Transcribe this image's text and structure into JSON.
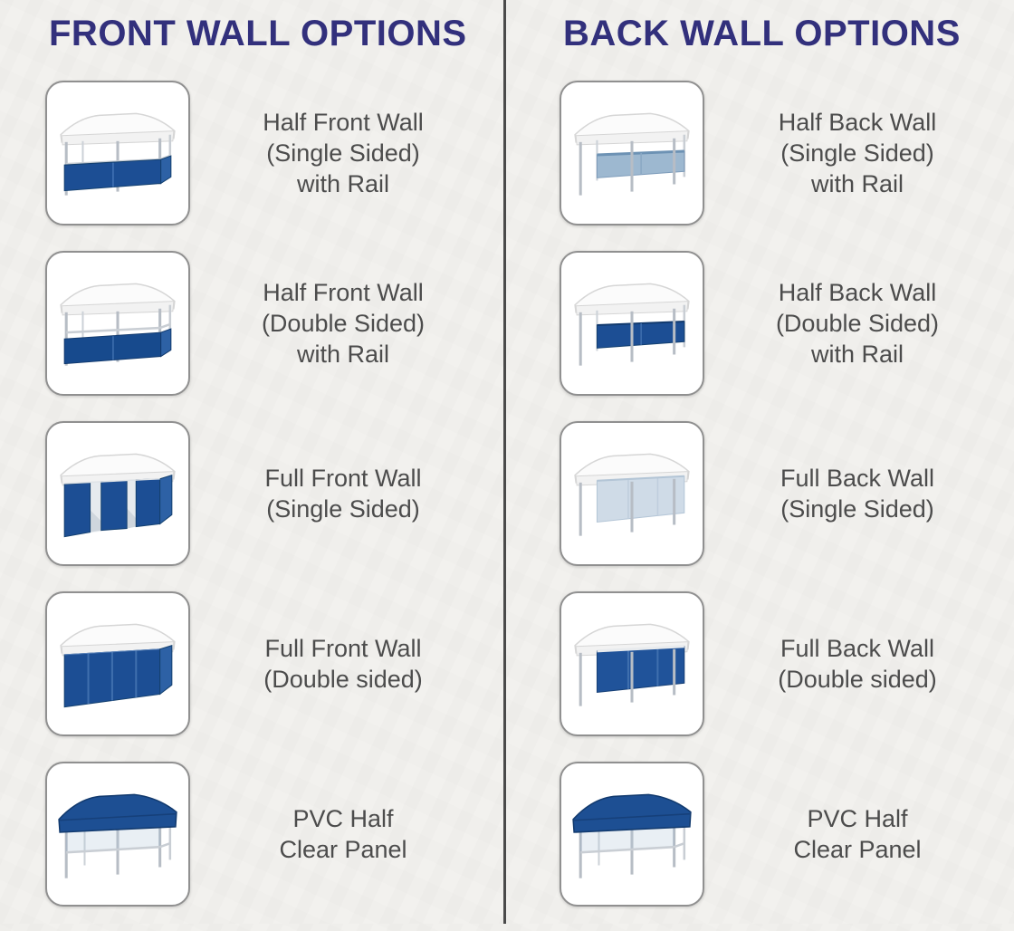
{
  "page": {
    "background_color": "#f2f1ee",
    "divider_color": "#4a4a4a",
    "header_color": "#32307c",
    "label_color": "#4c4c4c",
    "wall_blue": "#1c4e94",
    "wall_light_blue": "#9db8d0",
    "wall_pale_blue": "#cfdbe7",
    "canopy_white": "#fbfbfb",
    "frame_gray": "#b7bdc5"
  },
  "columns": [
    {
      "header": "FRONT WALL OPTIONS",
      "items": [
        {
          "icon": "tent-half-front-wall-single-icon",
          "label": "Half Front Wall\n(Single Sided)\nwith Rail"
        },
        {
          "icon": "tent-half-front-wall-double-icon",
          "label": "Half Front Wall\n(Double Sided)\nwith Rail"
        },
        {
          "icon": "tent-full-front-wall-single-icon",
          "label": "Full Front Wall\n(Single Sided)"
        },
        {
          "icon": "tent-full-front-wall-double-icon",
          "label": "Full Front Wall\n(Double sided)"
        },
        {
          "icon": "tent-pvc-half-clear-panel-icon",
          "label": "PVC Half\nClear Panel"
        }
      ]
    },
    {
      "header": "BACK WALL OPTIONS",
      "items": [
        {
          "icon": "tent-half-back-wall-single-icon",
          "label": "Half Back Wall\n(Single Sided)\nwith Rail"
        },
        {
          "icon": "tent-half-back-wall-double-icon",
          "label": "Half Back Wall\n(Double Sided)\nwith Rail"
        },
        {
          "icon": "tent-full-back-wall-single-icon",
          "label": "Full Back Wall\n(Single Sided)"
        },
        {
          "icon": "tent-full-back-wall-double-icon",
          "label": "Full Back Wall\n(Double sided)"
        },
        {
          "icon": "tent-pvc-half-clear-panel-icon",
          "label": "PVC Half\nClear Panel"
        }
      ]
    }
  ]
}
